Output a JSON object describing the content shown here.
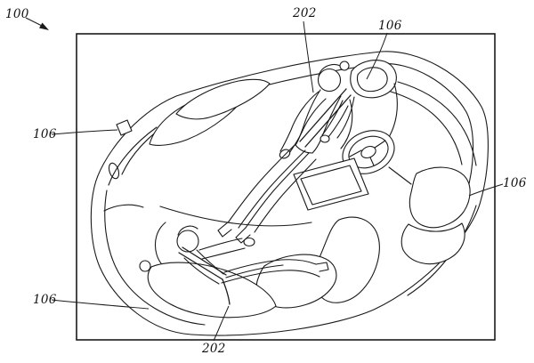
{
  "figure": {
    "reference_labels": {
      "overall": "100",
      "seatbelt_upper": "202",
      "seatbelt_lower": "202",
      "seat_upper": "106",
      "seat_left": "106",
      "seat_right": "106",
      "seat_lower_left": "106"
    },
    "line_color": "#1a1a1a"
  }
}
